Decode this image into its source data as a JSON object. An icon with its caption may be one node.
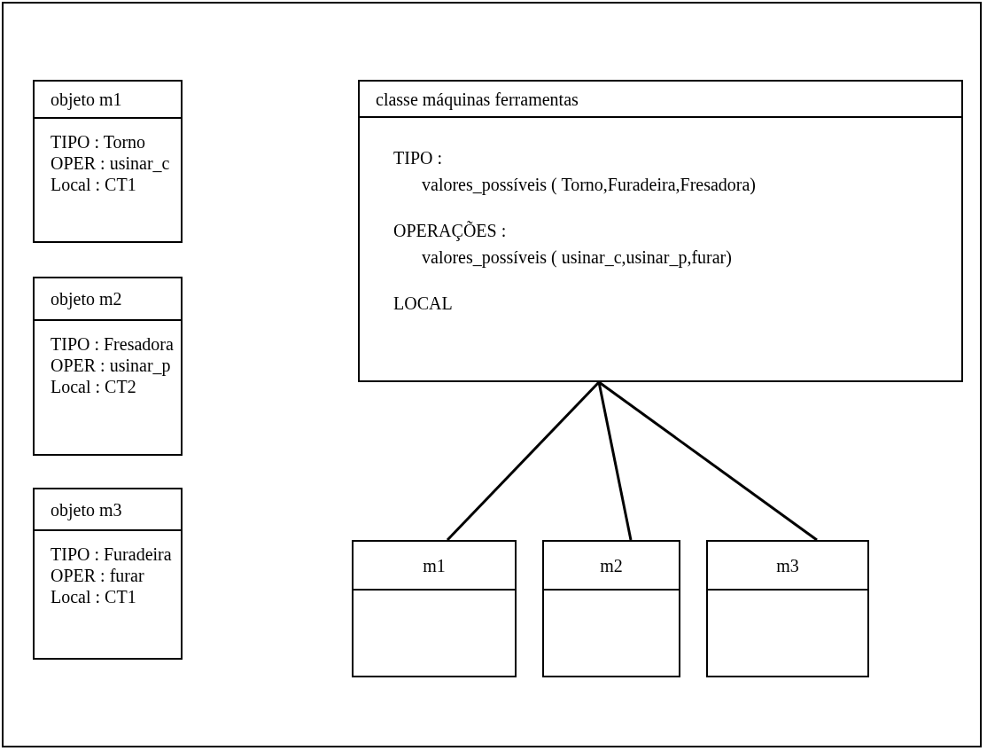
{
  "diagram": {
    "nodes": [
      {
        "text": [
          "objeto m1",
          "TIPO : Torno",
          "OPER : usinar_c",
          "Local : CT1"
        ]
      },
      {
        "text": [
          "objeto m2",
          "TIPO : Fresadora",
          "OPER : usinar_p",
          "Local : CT2"
        ]
      },
      {
        "text": [
          "objeto m3",
          "TIPO : Furadeira",
          "OPER : furar",
          "Local : CT1"
        ]
      },
      {
        "text": [
          "classe máquinas ferramentas",
          "TIPO :",
          "valores_possíveis ( Torno,Furadeira,Fresadora)",
          "OPERAÇÕES :",
          "valores_possíveis ( usinar_c,usinar_p,furar)",
          "LOCAL"
        ]
      },
      {
        "text": [
          "m1"
        ]
      },
      {
        "text": [
          "m2"
        ]
      },
      {
        "text": [
          "m3"
        ]
      }
    ],
    "edges": [
      {
        "from": 3,
        "to": 4,
        "arrow": "none"
      },
      {
        "from": 3,
        "to": 5,
        "arrow": "none"
      },
      {
        "from": 3,
        "to": 6,
        "arrow": "none"
      }
    ]
  }
}
